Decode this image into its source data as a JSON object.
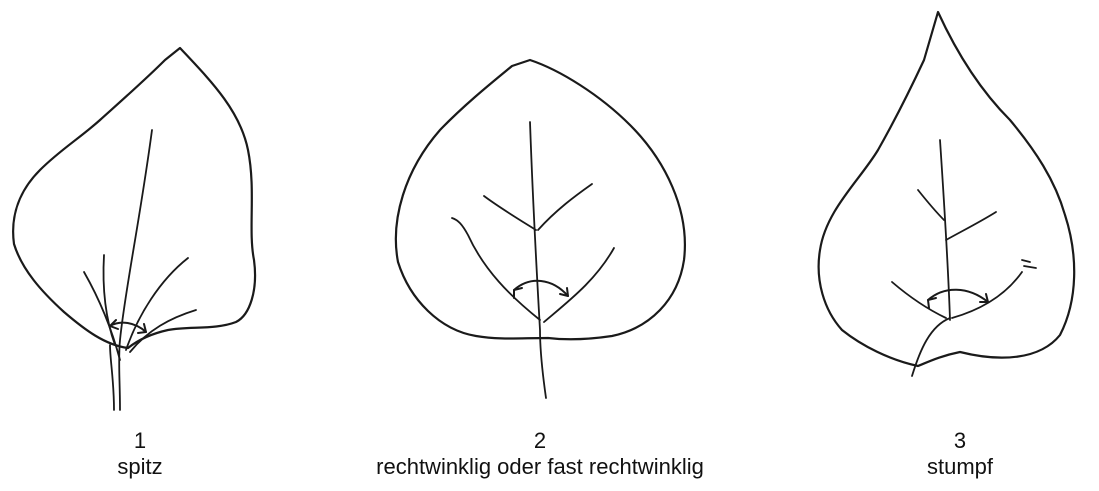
{
  "figure": {
    "leaves": [
      {
        "number": "1",
        "label": "spitz"
      },
      {
        "number": "2",
        "label": "rechtwinklig oder fast rechtwinklig"
      },
      {
        "number": "3",
        "label": "stumpf"
      }
    ]
  }
}
